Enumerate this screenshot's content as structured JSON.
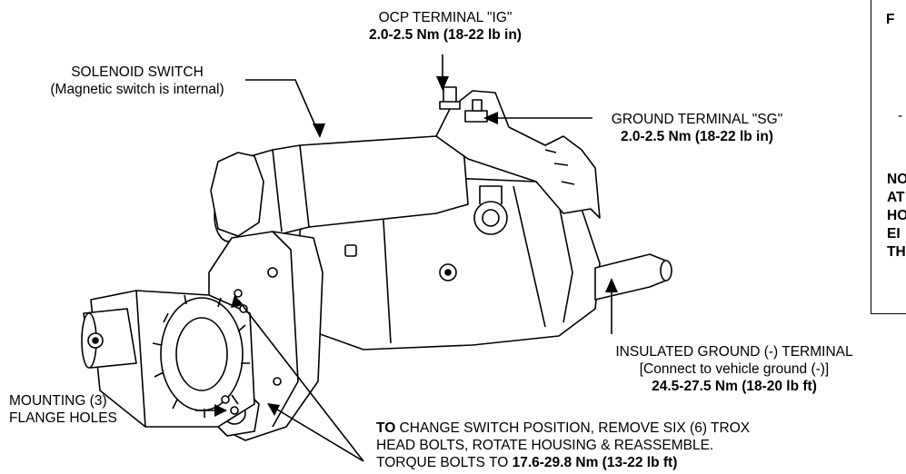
{
  "labels": {
    "ocp_terminal": {
      "name": "OCP TERMINAL \"IG\"",
      "torque": "2.0-2.5 Nm (18-22 lb in)"
    },
    "solenoid_switch": {
      "name": "SOLENOID SWITCH",
      "note": "(Magnetic switch is internal)"
    },
    "ground_terminal": {
      "name": "GROUND TERMINAL \"SG\"",
      "torque": "2.0-2.5 Nm (18-22 lb in)"
    },
    "insulated_ground": {
      "name": "INSULATED GROUND (-) TERMINAL",
      "note": "[Connect to vehicle ground (-)]",
      "torque": "24.5-27.5 Nm (18-20 lb ft)"
    },
    "mounting_holes": {
      "line1": "MOUNTING (3)",
      "line2": "FLANGE HOLES"
    },
    "switch_position": {
      "lead": "TO",
      "line1": " CHANGE SWITCH POSITION, REMOVE SIX (6) TROX",
      "line2": "HEAD BOLTS, ROTATE HOUSING & REASSEMBLE.",
      "line3_prefix": "TORQUE BOLTS TO ",
      "line3_value": "17.6-29.8 Nm (13-22 lb ft)"
    }
  },
  "side_note": {
    "top": "F",
    "dash": "-",
    "lines": [
      "NO",
      "AT",
      "HO",
      "EI",
      "TH"
    ]
  }
}
